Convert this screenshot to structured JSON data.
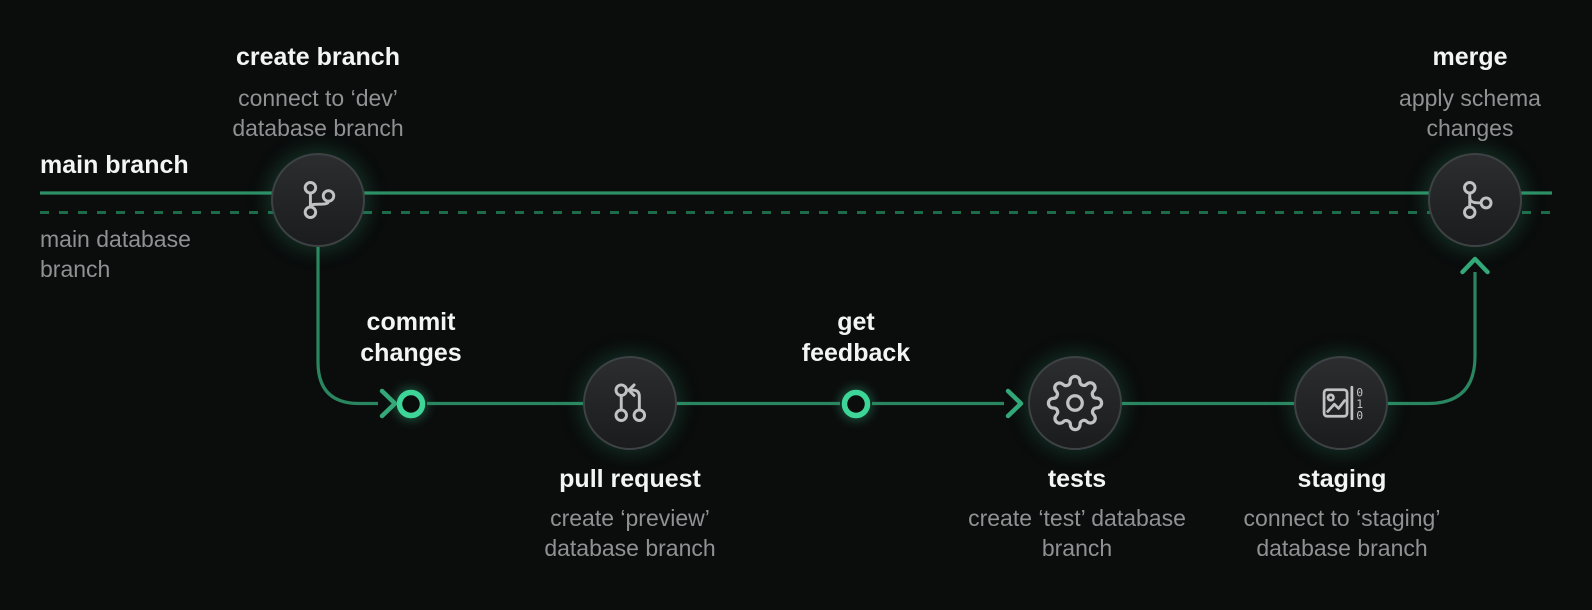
{
  "colors": {
    "background": "#0b0c0c",
    "main_branch_line": "#2d8f66",
    "database_branch_dashed_line": "#1e6b4b",
    "workflow_line": "#2a8660",
    "ring_node": "#3ed598",
    "arrow": "#33a878",
    "node_fill": "#202223",
    "node_border": "#3e4245",
    "icon_stroke": "#c0c3c5",
    "title_text": "#f3f4f4",
    "subtitle_text": "#8f9193"
  },
  "lanes": {
    "main_branch": "main branch",
    "main_database_branch": "main database branch"
  },
  "steps": [
    {
      "id": "create-branch",
      "title": "create branch",
      "subtitle": "connect to ‘dev’ database branch",
      "icon": "git-branch-icon"
    },
    {
      "id": "commit-changes",
      "title": "commit changes",
      "node": "ring"
    },
    {
      "id": "pull-request",
      "title": "pull request",
      "subtitle": "create ‘preview’ database branch",
      "icon": "git-pull-request-icon"
    },
    {
      "id": "get-feedback",
      "title": "get feedback",
      "node": "ring"
    },
    {
      "id": "tests",
      "title": "tests",
      "subtitle": "create ‘test’ database branch",
      "icon": "gear-icon"
    },
    {
      "id": "staging",
      "title": "staging",
      "subtitle": "connect to ‘staging’ database branch",
      "icon": "image-binary-icon"
    },
    {
      "id": "merge",
      "title": "merge",
      "subtitle": "apply schema changes",
      "icon": "git-merge-icon"
    }
  ],
  "staging_icon_digits": [
    "0",
    "1",
    "0"
  ]
}
